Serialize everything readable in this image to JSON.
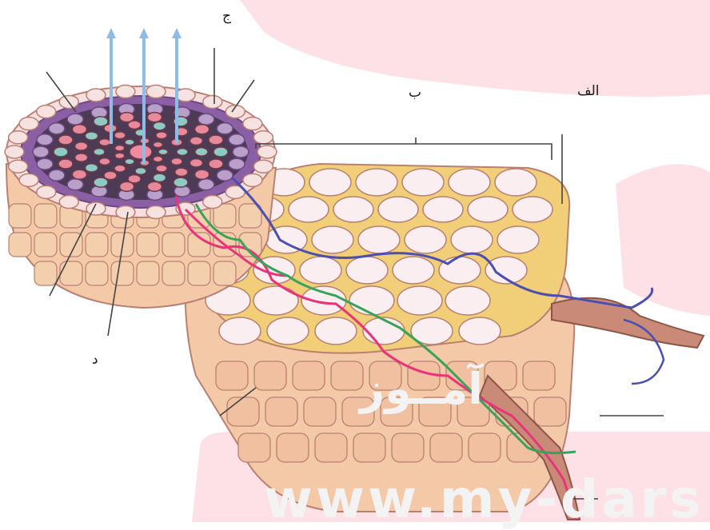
{
  "labels": {
    "a": "الف",
    "b": "ب",
    "c": "ج",
    "d": "د"
  },
  "watermark": {
    "url": "www.my-dars",
    "brand_fragment": "آمــوز"
  },
  "colors": {
    "watermark_pink": "#fde1e6",
    "cell_fill": "#fbeef0",
    "cell_outline": "#b98072",
    "intercellular_space": "#f1cf79",
    "side_tone": "#f3c9a8",
    "endodermis_purple": "#8a5fa3",
    "xylem_pink": "#e8899b",
    "phloem_teal": "#8fc9c3",
    "arrow_blue": "#8fbce6",
    "pathway_magenta": "#e8347a",
    "pathway_green": "#3aa35a",
    "pathway_blue": "#4a4fb0",
    "root_hair": "#c98a78",
    "leader_line": "#444444"
  }
}
